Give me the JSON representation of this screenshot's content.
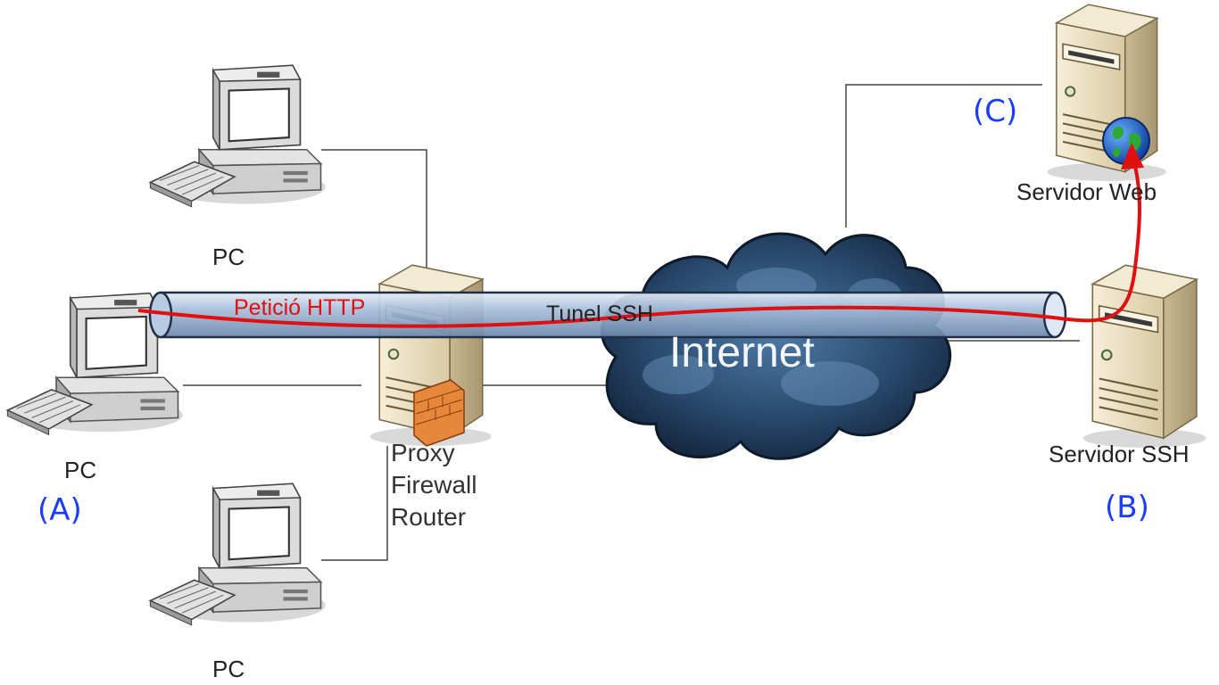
{
  "diagram": {
    "nodes": {
      "pc_top": {
        "label": "PC",
        "icon": "desktop-computer-icon"
      },
      "pc_a": {
        "label": "PC",
        "tag": "(A)",
        "icon": "desktop-computer-icon"
      },
      "pc_bottom": {
        "label": "PC",
        "icon": "desktop-computer-icon"
      },
      "proxy": {
        "lines": [
          "Proxy",
          "Firewall",
          "Router"
        ],
        "icon": "server-tower-icon"
      },
      "internet": {
        "label": "Internet",
        "icon": "cloud-icon"
      },
      "ssh_server": {
        "label": "Servidor SSH",
        "tag": "(B)",
        "icon": "server-tower-icon"
      },
      "web_server": {
        "label": "Servidor Web",
        "tag": "(C)",
        "icon": "server-tower-icon"
      }
    },
    "tunnel": {
      "label": "Tunel SSH"
    },
    "request": {
      "label": "Petició   HTTP"
    },
    "colors": {
      "tag": "#1a3cff",
      "request_path": "#e01010",
      "tunnel": "#9fb7d6",
      "cloud": "#1c3550",
      "server_body": "#efe3c6",
      "links": "#444444"
    }
  }
}
